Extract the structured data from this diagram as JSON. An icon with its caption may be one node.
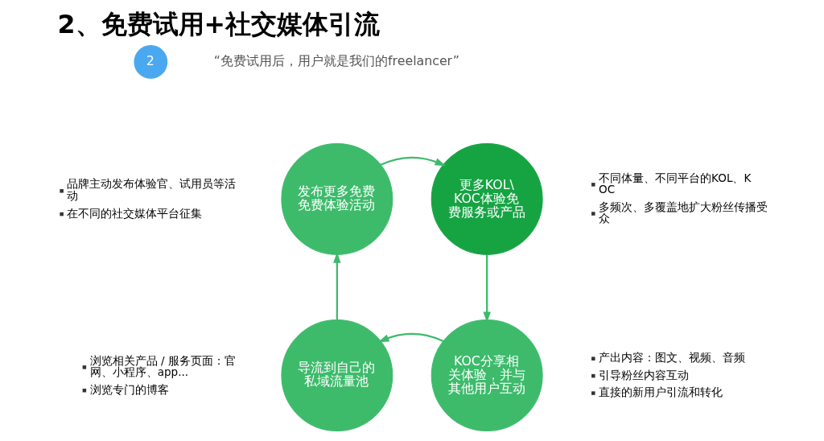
{
  "diagram": {
    "title": "2、免费试用+社交媒体引流",
    "nodes": [
      {
        "text": [
          "发布更多免费免费体验活动"
        ],
        "beside": [
          "品牌主动发布体验官、试用员等活动",
          "在不同的社交媒体平台征集"
        ]
      },
      {
        "text": [
          "更多KOL\\KOC体验免费服务或产品"
        ],
        "beside": [
          "不同体量、不同平台的KOL、KOC",
          "多频次、多覆盖地扩大粉丝传播受众"
        ]
      },
      {
        "text": [
          "导流到自己的私域流量池"
        ],
        "beside": [
          "浏览相关产品 / 服务页面：官网、小程序、app...",
          "浏览专门的博客"
        ]
      },
      {
        "text": [
          "KOC分享相关体验，并与其他用户互动"
        ],
        "beside": [
          "产出内容：图文、视频、音频",
          "引导粉丝内容互动",
          "直接的新用户引流和转化"
        ]
      }
    ],
    "edges": [
      {
        "from": 0,
        "to": 1,
        "arrow": "to"
      },
      {
        "from": 1,
        "to": 3,
        "arrow": "to"
      },
      {
        "from": 3,
        "to": 2,
        "arrow": "to"
      },
      {
        "from": 2,
        "to": 0,
        "arrow": "to"
      }
    ],
    "labels": [
      "2",
      "“免费试用后，用户就是我们的freelancer”"
    ]
  }
}
